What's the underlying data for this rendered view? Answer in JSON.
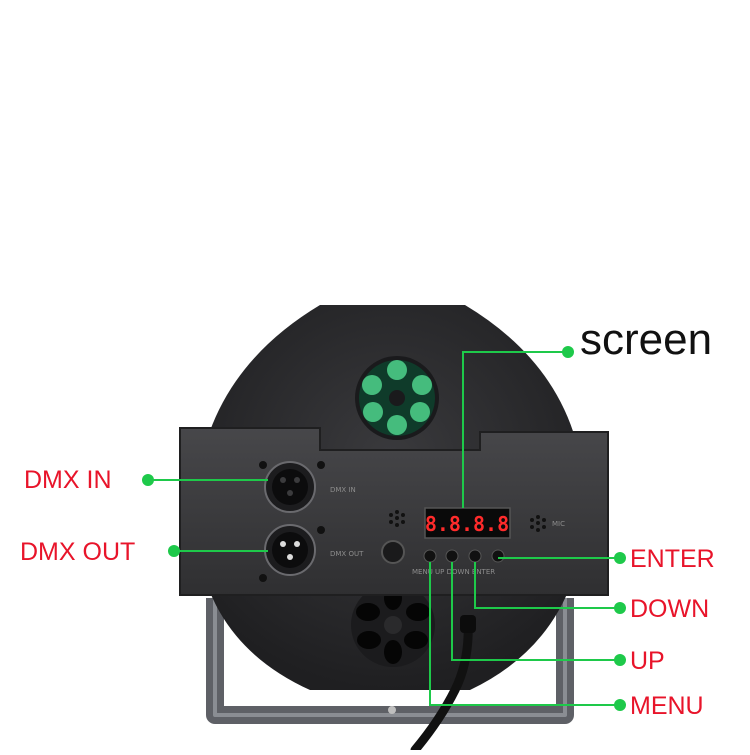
{
  "labels": {
    "screen": "screen",
    "dmx_in": "DMX IN",
    "dmx_out": "DMX OUT",
    "enter": "ENTER",
    "down": "DOWN",
    "up": "UP",
    "menu": "MENU"
  },
  "device": {
    "display_reading": "8.8.8.8",
    "panel_dmx_in": "DMX IN",
    "panel_dmx_out": "DMX OUT",
    "panel_mic": "MIC",
    "panel_buttons": "MENU  UP  DOWN  ENTER"
  },
  "colors": {
    "label_red": "#e8142a",
    "leader_green": "#1ec94a",
    "housing": "#2b2b2d",
    "panel": "#3a3a3c",
    "led_red": "#ff2b2b"
  }
}
